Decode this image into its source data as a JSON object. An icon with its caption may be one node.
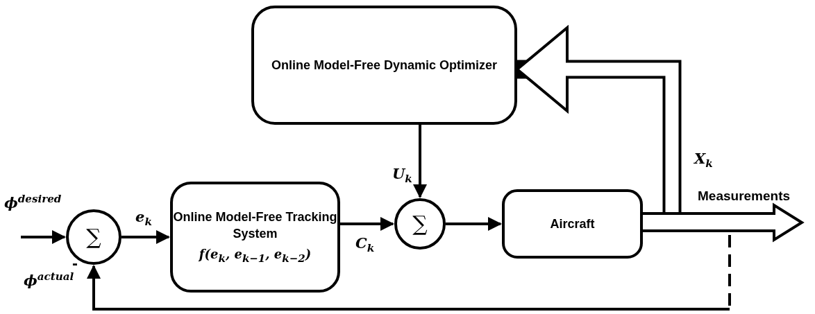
{
  "diagram": {
    "nodes": [
      {
        "text": [
          "∑"
        ]
      },
      {
        "text": [
          "Online Model-Free Tracking System",
          "f(e$_{k}$, e$_{k−1}$, e$_{k−2}$)"
        ]
      },
      {
        "text": [
          "Online Model-Free Dynamic Optimizer"
        ]
      },
      {
        "text": [
          "∑"
        ]
      },
      {
        "text": [
          "Aircraft"
        ]
      }
    ],
    "edges": [
      {
        "from": null,
        "to": 0,
        "arrow": "to",
        "label": "ϕ$^{desired}$"
      },
      {
        "from": 0,
        "to": 1,
        "arrow": "to",
        "label": "e$_{k}$"
      },
      {
        "from": 1,
        "to": 3,
        "arrow": "to",
        "label": "C$_{k}$"
      },
      {
        "from": 2,
        "to": 3,
        "arrow": "to",
        "label": "U$_{k}$"
      },
      {
        "from": 3,
        "to": 4,
        "arrow": "to"
      },
      {
        "from": 4,
        "to": null,
        "arrow": "to",
        "label": "Measurements",
        "style": "thick"
      },
      {
        "from": 4,
        "to": 2,
        "arrow": "to",
        "label": "X$_{k}$",
        "style": "thick"
      },
      {
        "from": 4,
        "to": 0,
        "arrow": "to",
        "label": "ϕ$^{actual}$",
        "style": "dashed"
      }
    ],
    "labels": [
      "-"
    ]
  }
}
